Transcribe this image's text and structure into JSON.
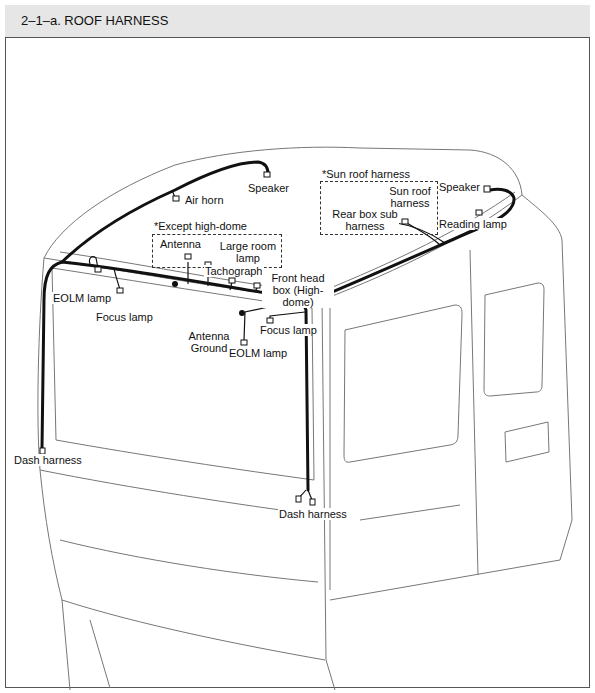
{
  "diagram": {
    "title": "2–1–a. ROOF HARNESS",
    "nodes": [
      {
        "text": [
          "*Except high-dome",
          "Antenna",
          "Large room lamp"
        ]
      },
      {
        "text": [
          "*Sun roof harness",
          "Sun roof harness",
          "Rear box sub harness"
        ]
      }
    ],
    "labels": [
      "Speaker",
      "Air horn",
      "Tachograph",
      "Front head box (High-dome)",
      "EOLM lamp",
      "Focus lamp",
      "Antenna Ground",
      "Focus lamp",
      "EOLM lamp",
      "Dash harness",
      "Dash harness",
      "Speaker",
      "Reading lamp"
    ]
  }
}
